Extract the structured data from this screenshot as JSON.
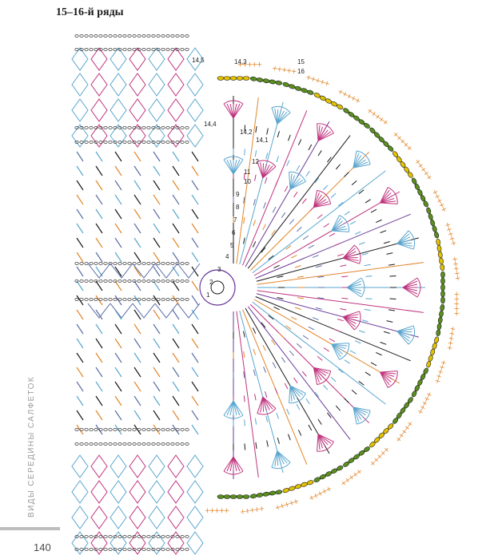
{
  "heading": "15–16-й ряды",
  "side_title": "ВИДЫ СЕРЕДИНЫ САЛФЕТОК",
  "page_number": "140",
  "diagram": {
    "row_labels": [
      "14,5",
      "14,3",
      "14,4",
      "14,2",
      "14,1",
      "15",
      "16",
      "12",
      "11",
      "10",
      "9",
      "8",
      "7",
      "6",
      "5",
      "4",
      "3",
      "2",
      "1"
    ],
    "colors": {
      "blue": "#5aa6cf",
      "magenta": "#c0337e",
      "purple": "#6a3a9a",
      "orange": "#e2862a",
      "green": "#5a8f1f",
      "yellow": "#e2c200",
      "slate": "#5b6ea8",
      "black": "#1a1a1a"
    }
  }
}
